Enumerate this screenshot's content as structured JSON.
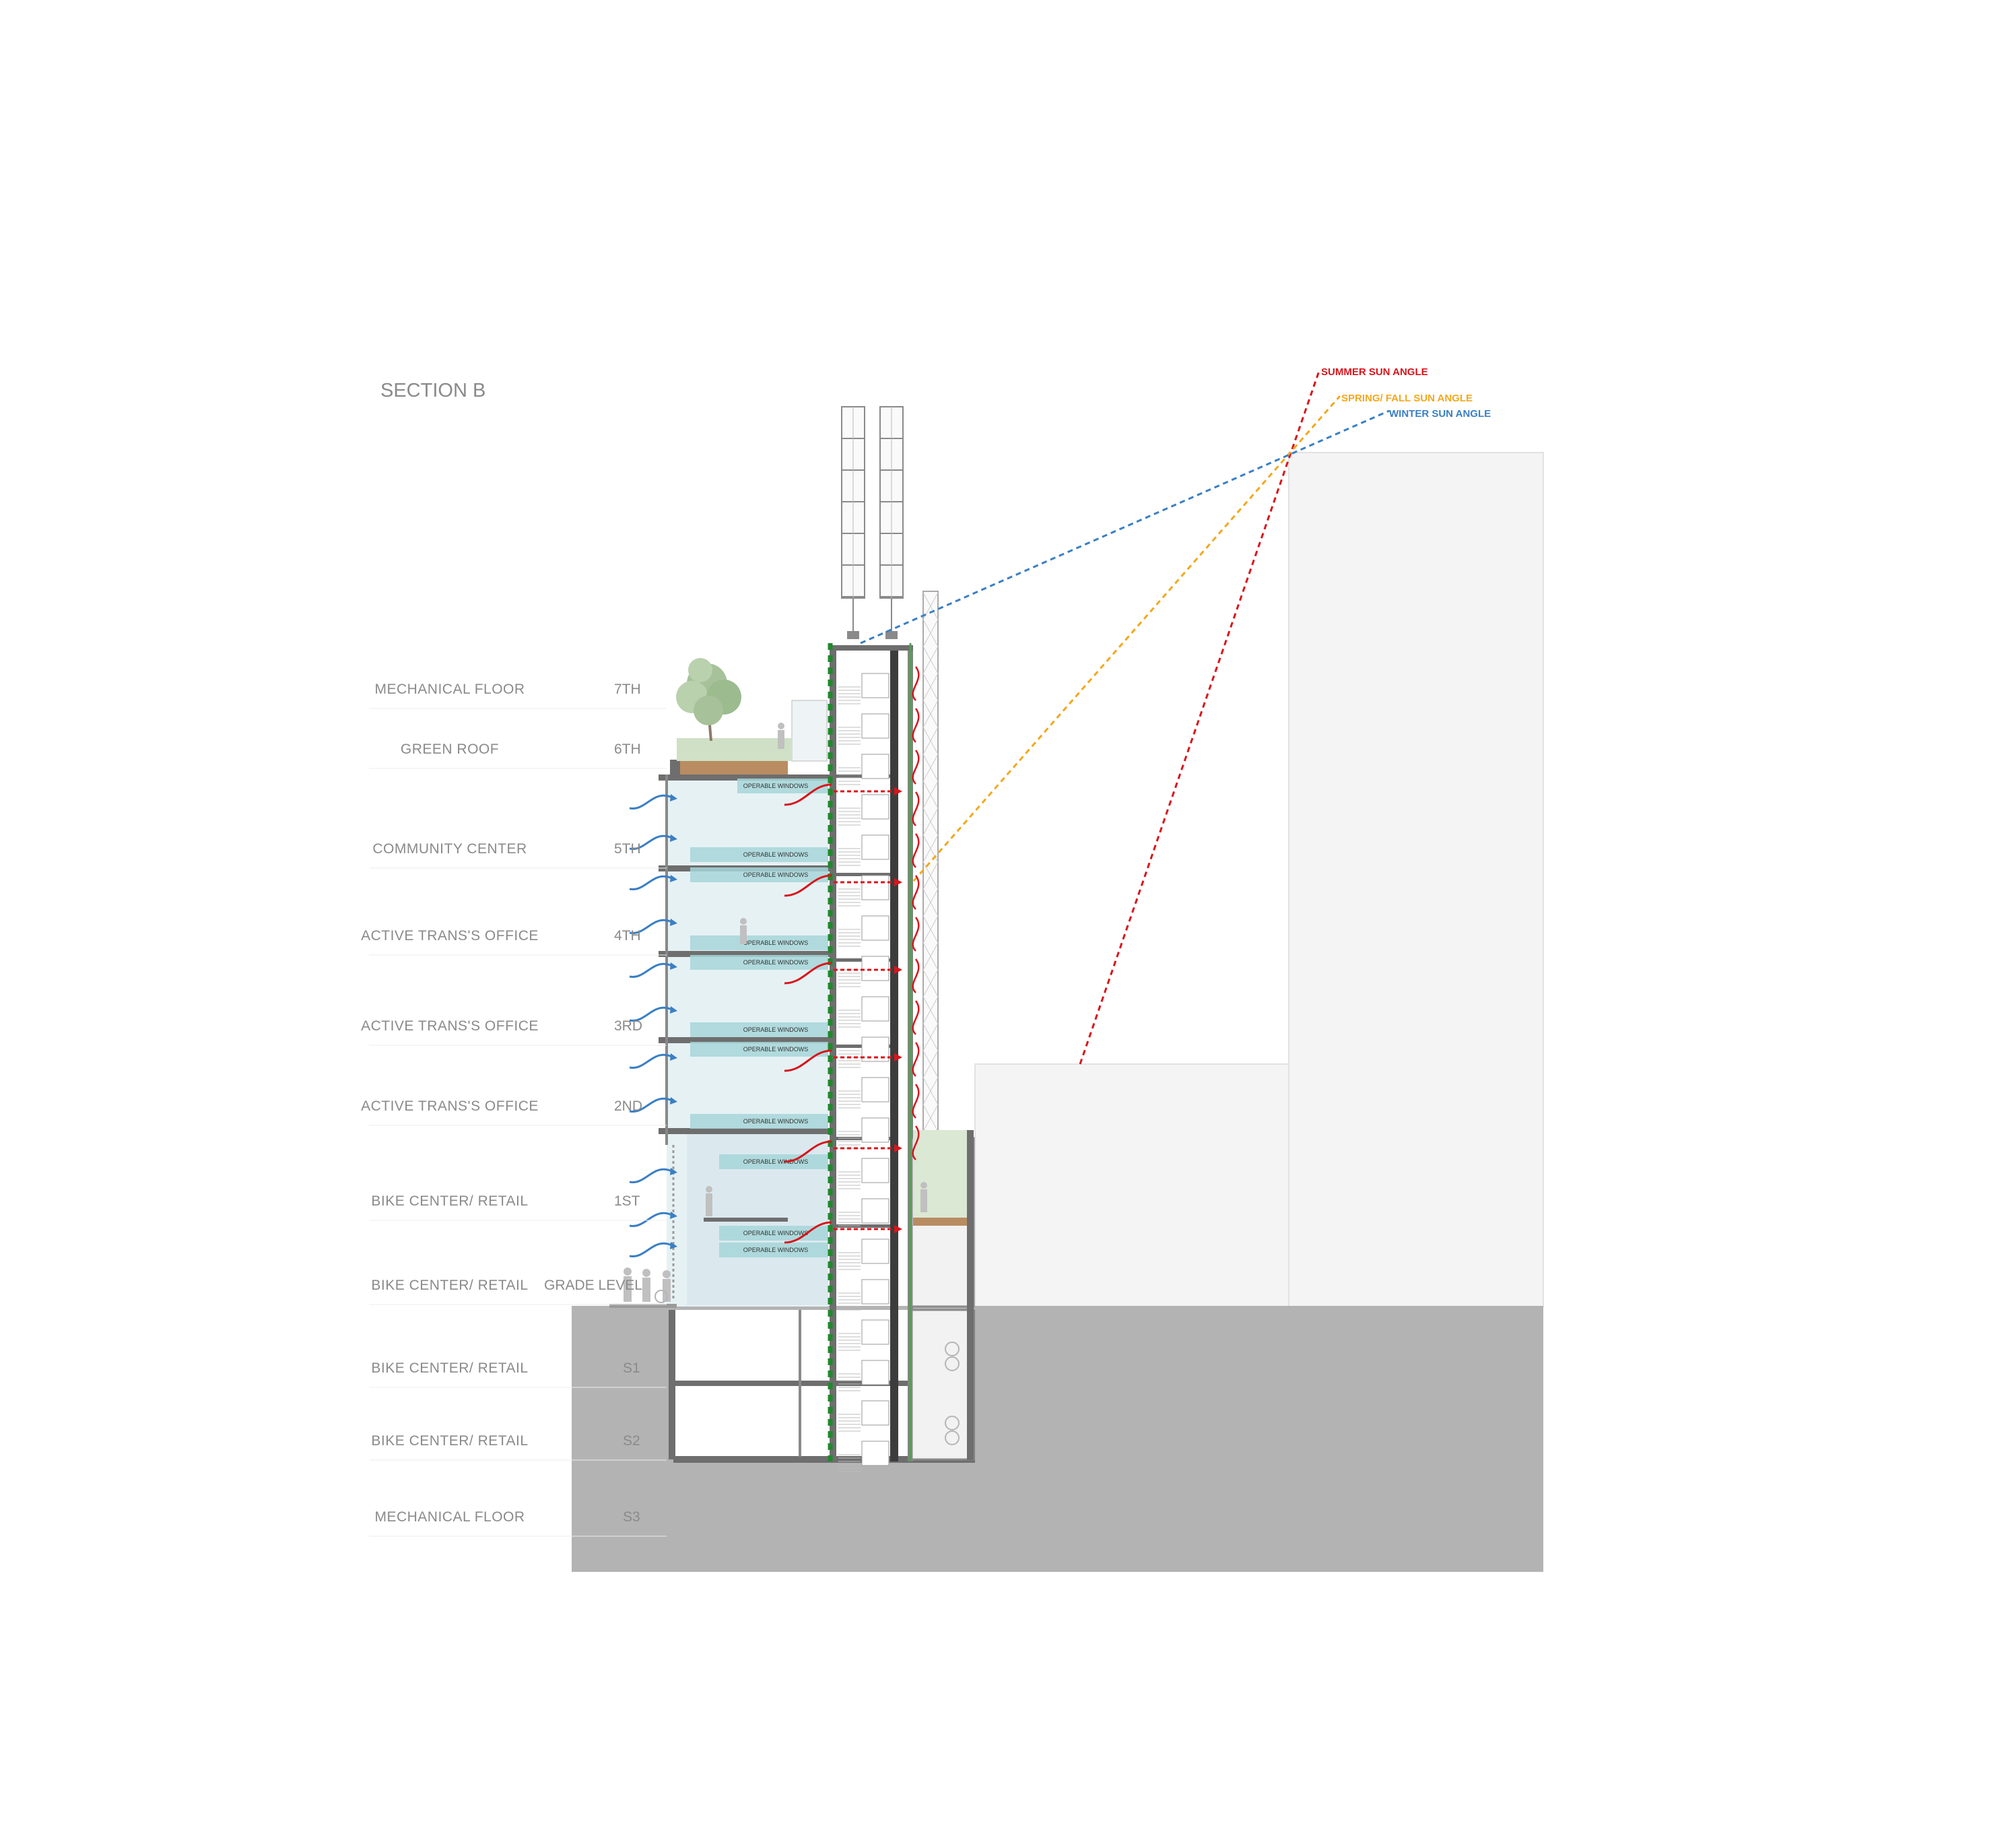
{
  "title": "SECTION B",
  "colors": {
    "summer": "#d9141b",
    "spring_fall": "#f2a81d",
    "winter": "#3a7fc4",
    "ground": "#b3b3b3",
    "neighbor": "#f4f4f4",
    "glass": "#c9e3e8",
    "window_band": "#a6d6d8",
    "structure": "#6e6e6e",
    "green_dash": "#1f8a2b",
    "soil": "#b98c62",
    "tree": "#a7c29a"
  },
  "sun_angles": {
    "summer": "SUMMER SUN ANGLE",
    "spring_fall": "SPRING/ FALL SUN ANGLE",
    "winter": "WINTER SUN ANGLE"
  },
  "floors": [
    {
      "name": "MECHANICAL FLOOR",
      "level": "7TH"
    },
    {
      "name": "GREEN ROOF",
      "level": "6TH"
    },
    {
      "name": "COMMUNITY CENTER",
      "level": "5TH"
    },
    {
      "name": "ACTIVE TRANS'S OFFICE",
      "level": "4TH"
    },
    {
      "name": "ACTIVE TRANS'S OFFICE",
      "level": "3RD"
    },
    {
      "name": "ACTIVE TRANS'S OFFICE",
      "level": "2ND"
    },
    {
      "name": "BIKE CENTER/ RETAIL",
      "level": "1ST"
    },
    {
      "name": "BIKE CENTER/ RETAIL",
      "level": "GRADE LEVEL"
    },
    {
      "name": "BIKE CENTER/ RETAIL",
      "level": "S1"
    },
    {
      "name": "BIKE CENTER/ RETAIL",
      "level": "S2"
    },
    {
      "name": "MECHANICAL FLOOR",
      "level": "S3"
    }
  ],
  "window_label": "OPERABLE WINDOWS",
  "icons": [
    "tree-icon",
    "wind-turbine-icon",
    "solar-chimney-icon",
    "person-icon",
    "bicycle-icon",
    "airflow-arrow-icon"
  ]
}
